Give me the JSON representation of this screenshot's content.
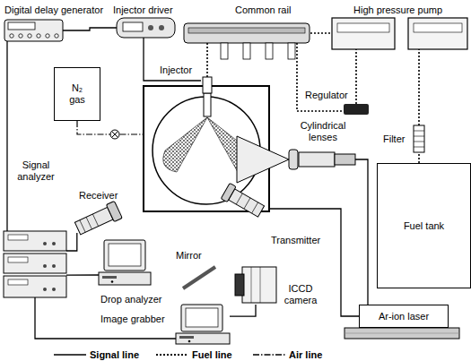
{
  "diagram": {
    "nodes": [
      {
        "text": [
          "Digital delay generator"
        ]
      },
      {
        "text": [
          "Injector driver"
        ]
      },
      {
        "text": [
          "Common rail"
        ]
      },
      {
        "text": [
          "High pressure pump"
        ]
      },
      {
        "text": [
          "Injector"
        ]
      },
      {
        "text": [
          "N₂ gas"
        ]
      },
      {
        "text": [
          "Regulator"
        ]
      },
      {
        "text": [
          "Filter"
        ]
      },
      {
        "text": [
          "Cylindrical lenses"
        ]
      },
      {
        "text": [
          "Fuel tank"
        ]
      },
      {
        "text": [
          "Receiver"
        ]
      },
      {
        "text": [
          "Transmitter"
        ]
      },
      {
        "text": [
          "Signal analyzer"
        ]
      },
      {
        "text": [
          "Drop analyzer"
        ]
      },
      {
        "text": [
          "Mirror"
        ]
      },
      {
        "text": [
          "ICCD camera"
        ]
      },
      {
        "text": [
          "Image grabber"
        ]
      },
      {
        "text": [
          "Ar-ion laser"
        ]
      }
    ],
    "edges": [
      {
        "from": 0,
        "to": 1,
        "arrow": "none"
      },
      {
        "from": 1,
        "to": 4,
        "arrow": "none"
      },
      {
        "from": 2,
        "to": 4,
        "arrow": "none"
      },
      {
        "from": 3,
        "to": 2,
        "arrow": "none"
      },
      {
        "from": 2,
        "to": 6,
        "arrow": "none"
      },
      {
        "from": 6,
        "to": 3,
        "arrow": "none"
      },
      {
        "from": 9,
        "to": 7,
        "arrow": "none"
      },
      {
        "from": 7,
        "to": 3,
        "arrow": "none"
      },
      {
        "from": 0,
        "to": 12,
        "arrow": "none"
      },
      {
        "from": 10,
        "to": 12,
        "arrow": "none"
      },
      {
        "from": 12,
        "to": 13,
        "arrow": "none"
      },
      {
        "from": 11,
        "to": 17,
        "arrow": "none"
      },
      {
        "from": 8,
        "to": 17,
        "arrow": "none"
      },
      {
        "from": 16,
        "to": 15,
        "arrow": "none"
      },
      {
        "from": 12,
        "to": 16,
        "arrow": "none"
      }
    ],
    "legend": [
      {
        "text": "Signal line"
      },
      {
        "text": "Fuel line"
      },
      {
        "text": "Air line"
      }
    ]
  }
}
